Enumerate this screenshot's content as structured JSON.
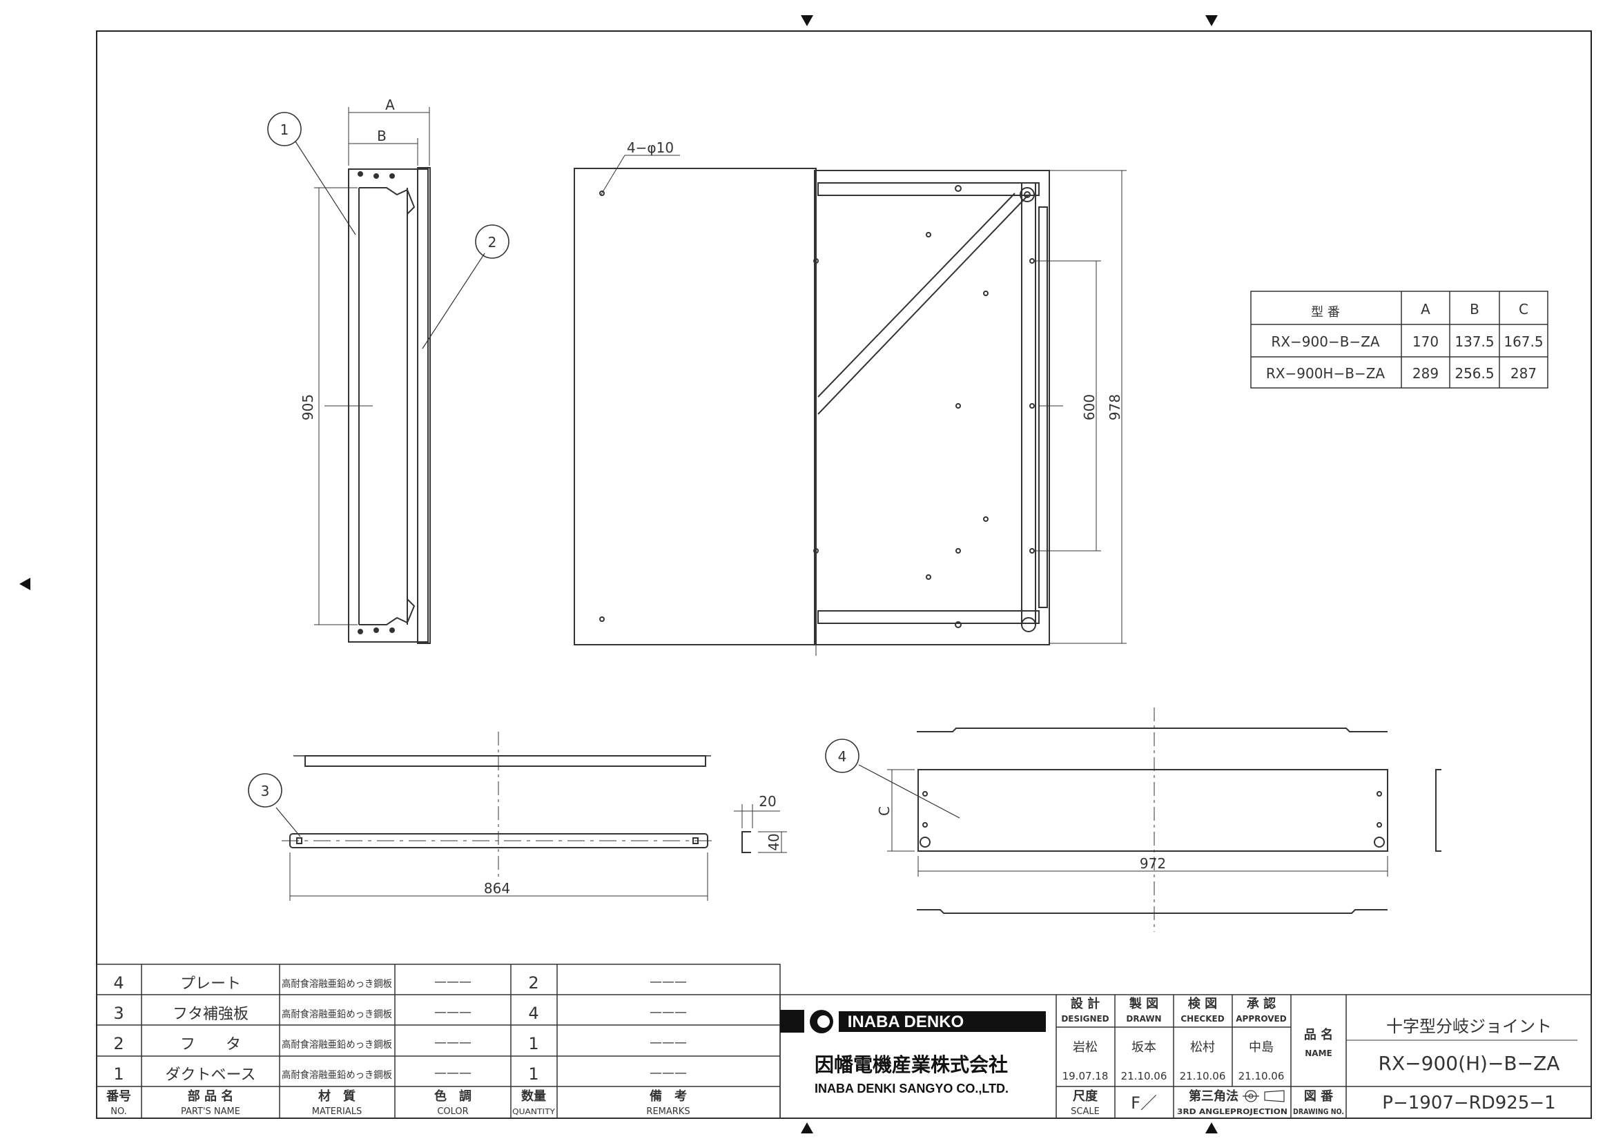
{
  "drawing": {
    "callouts": [
      "1",
      "2",
      "3",
      "4"
    ],
    "dims": {
      "a": "A",
      "b": "B",
      "c": "C",
      "h905": "905",
      "h978": "978",
      "h600": "600",
      "holes": "4−φ10",
      "w864": "864",
      "w972": "972",
      "d20": "20",
      "d40": "40"
    }
  },
  "spec_table": {
    "header": [
      "型 番",
      "A",
      "B",
      "C"
    ],
    "rows": [
      [
        "RX−900−B−ZA",
        "170",
        "137.5",
        "167.5"
      ],
      [
        "RX−900H−B−ZA",
        "289",
        "256.5",
        "287"
      ]
    ]
  },
  "parts_list": {
    "rows": [
      {
        "no": "4",
        "name": "プレート",
        "material": "高耐食溶融亜鉛めっき鋼板",
        "color": "———",
        "qty": "2",
        "remarks": "———"
      },
      {
        "no": "3",
        "name": "フタ補強板",
        "material": "高耐食溶融亜鉛めっき鋼板",
        "color": "———",
        "qty": "4",
        "remarks": "———"
      },
      {
        "no": "2",
        "name": "フ　　タ",
        "material": "高耐食溶融亜鉛めっき鋼板",
        "color": "———",
        "qty": "1",
        "remarks": "———"
      },
      {
        "no": "1",
        "name": "ダクトベース",
        "material": "高耐食溶融亜鉛めっき鋼板",
        "color": "———",
        "qty": "1",
        "remarks": "———"
      }
    ],
    "headers": [
      {
        "jp": "番号",
        "en": "NO."
      },
      {
        "jp": "部 品 名",
        "en": "PART'S NAME"
      },
      {
        "jp": "材　質",
        "en": "MATERIALS"
      },
      {
        "jp": "色　調",
        "en": "COLOR"
      },
      {
        "jp": "数量",
        "en": "QUANTITY"
      },
      {
        "jp": "備　考",
        "en": "REMARKS"
      }
    ]
  },
  "title_block": {
    "brand": "INABA DENKO",
    "company_jp": "因幡電機産業株式会社",
    "company_en": "INABA DENKI SANGYO CO.,LTD.",
    "roles": [
      {
        "jp": "設 計",
        "en": "DESIGNED",
        "name": "岩松",
        "date": "19.07.18"
      },
      {
        "jp": "製 図",
        "en": "DRAWN",
        "name": "坂本",
        "date": "21.10.06"
      },
      {
        "jp": "検 図",
        "en": "CHECKED",
        "name": "松村",
        "date": "21.10.06"
      },
      {
        "jp": "承 認",
        "en": "APPROVED",
        "name": "中島",
        "date": "21.10.06"
      }
    ],
    "scale_jp": "尺度",
    "scale_en": "SCALE",
    "scale_value": "F／",
    "projection_jp": "第三角法",
    "projection_en": "3RD ANGLEPROJECTION",
    "drawing_no_jp": "図 番",
    "drawing_no_en": "DRAWING NO.",
    "name_jp": "品 名",
    "name_en": "NAME",
    "product_name": "十字型分岐ジョイント",
    "model": "RX−900(H)−B−ZA",
    "drawing_number": "P−1907−RD925−1"
  },
  "colors": {
    "line": "#333333",
    "background": "#ffffff"
  }
}
